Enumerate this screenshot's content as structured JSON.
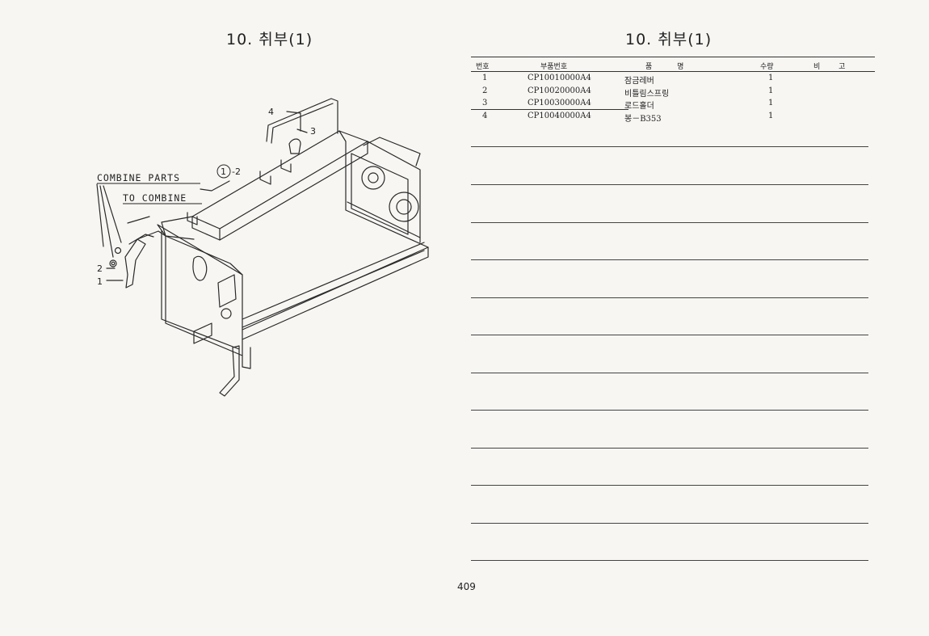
{
  "left": {
    "title": "10. 취부(1)"
  },
  "right": {
    "title": "10. 취부(1)"
  },
  "diagram": {
    "combine_parts_line1": "COMBINE PARTS",
    "combine_parts_line2": "TO COMBINE",
    "callouts": {
      "c1": "1",
      "c2": "2",
      "c3": "3",
      "c4": "4",
      "circle_ref": "1",
      "circle_ref_suffix": "-2"
    }
  },
  "parts_table": {
    "headers": {
      "no": "번호",
      "part_no": "부품번호",
      "name": "품 명",
      "qty": "수량",
      "note": "비 고"
    },
    "rows": [
      {
        "no": "1",
        "part_no": "CP10010000A4",
        "name": "잠금레버",
        "qty": "1",
        "note": ""
      },
      {
        "no": "2",
        "part_no": "CP10020000A4",
        "name": "비틀림스프링",
        "qty": "1",
        "note": ""
      },
      {
        "no": "3",
        "part_no": "CP10030000A4",
        "name": "로드홀더",
        "qty": "1",
        "note": ""
      },
      {
        "no": "4",
        "part_no": "CP10040000A4",
        "name": "봉－B353",
        "qty": "1",
        "note": ""
      }
    ]
  },
  "page_number": "409"
}
